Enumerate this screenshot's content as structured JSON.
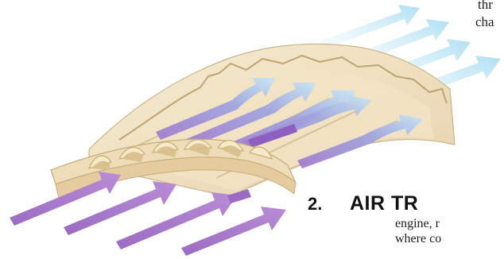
{
  "page": {
    "top_text_line1": "thr",
    "top_text_line2": "cha",
    "step_number": "2.",
    "step_title": "AIR TR",
    "step_text_line1": "engine, r",
    "step_text_line2": "where co"
  },
  "illustration": {
    "subject": "cutaway of corrugated curved panel with air flowing through channels",
    "colors": {
      "panel": "#efdcb8",
      "panel_shadow": "#d9bf8d",
      "inlet_arrows": "#a679c8",
      "outlet_arrows": "#bfe6f6"
    }
  }
}
